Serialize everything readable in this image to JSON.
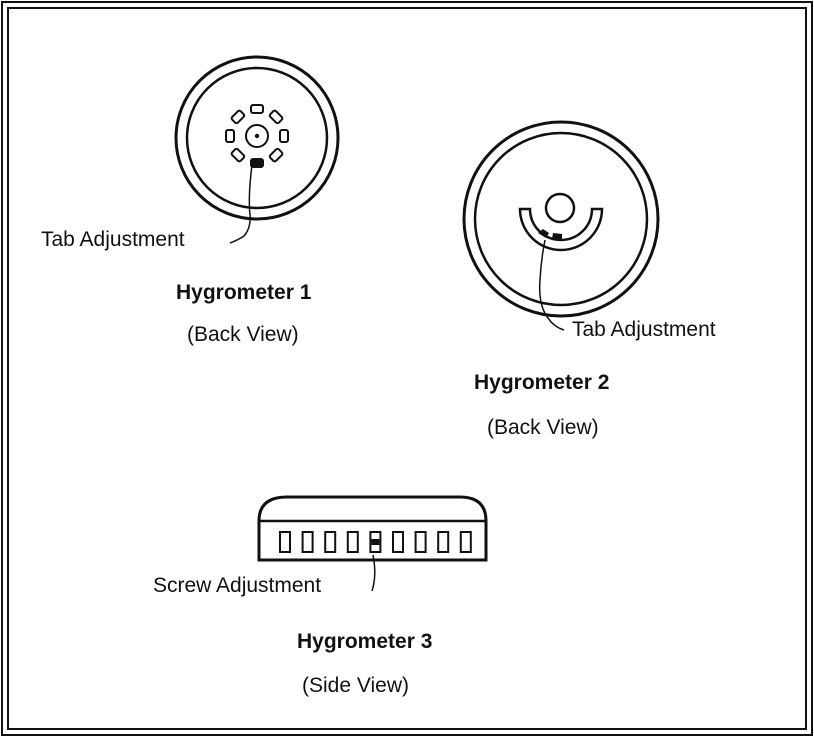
{
  "hygrometers": [
    {
      "title": "Hygrometer 1",
      "view": "(Back View)",
      "adjustment_label": "Tab Adjustment"
    },
    {
      "title": "Hygrometer 2",
      "view": "(Back View)",
      "adjustment_label": "Tab Adjustment"
    },
    {
      "title": "Hygrometer 3",
      "view": "(Side View)",
      "adjustment_label": "Screw Adjustment"
    }
  ],
  "colors": {
    "ink": "#111111",
    "background": "#ffffff"
  }
}
